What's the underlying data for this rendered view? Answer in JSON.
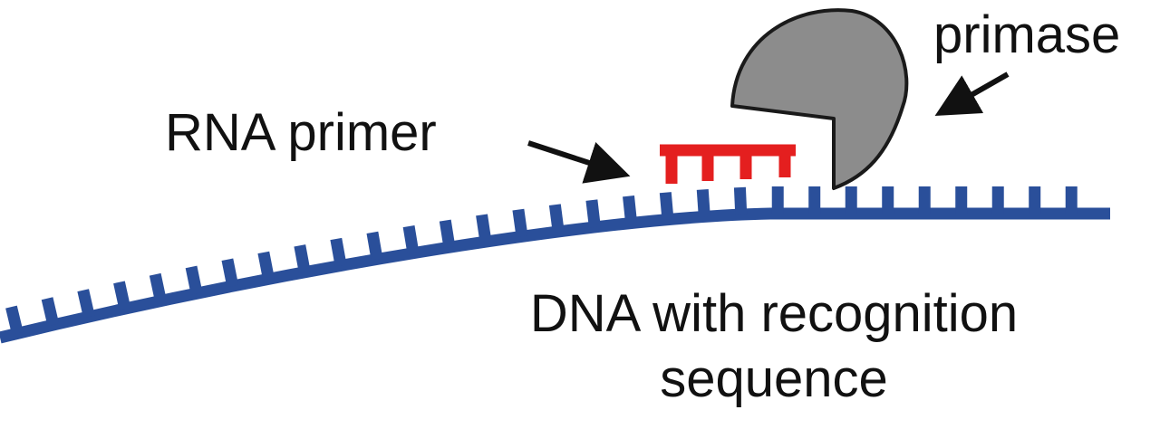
{
  "labels": {
    "primase": "primase",
    "rna_primer": "RNA primer",
    "dna_line1": "DNA with recognition",
    "dna_line2": "sequence"
  },
  "colors": {
    "dna": "#2a4f9a",
    "rna_primer": "#e41f1f",
    "primase_fill": "#8c8c8c",
    "primase_stroke": "#1a1a1a",
    "arrow": "#111111",
    "text": "#111111"
  }
}
